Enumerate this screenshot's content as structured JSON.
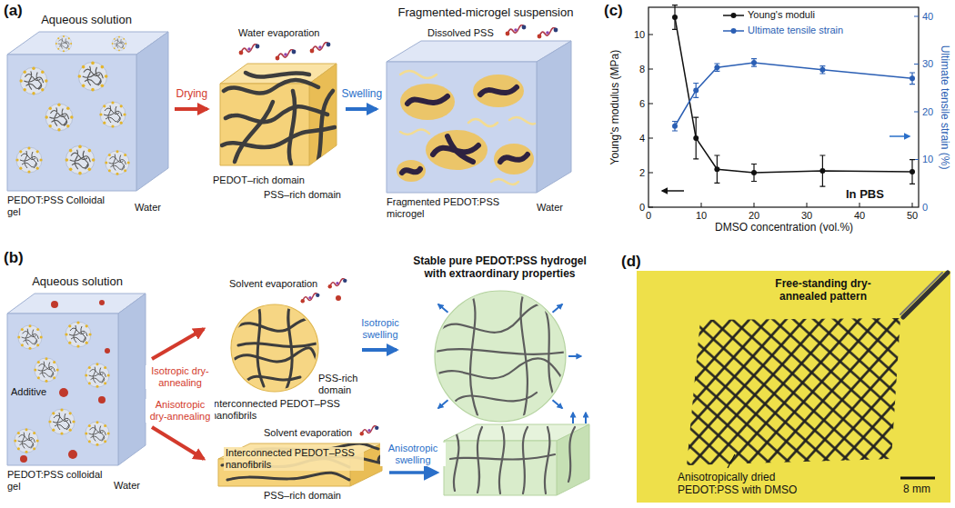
{
  "diagram": {
    "nodes": [
      {
        "text": [
          "Aqueous solution",
          "PEDOT:PSS Colloidal gel",
          "Water"
        ]
      },
      {
        "text": [
          "Water evaporation",
          "PEDOT–rich domain",
          "PSS–rich domain"
        ]
      },
      {
        "text": [
          "Fragmented-microgel suspension",
          "Dissolved PSS",
          "Fragmented PEDOT:PSS microgel",
          "Water"
        ]
      },
      {
        "text": [
          "Aqueous solution",
          "Additive",
          "PEDOT:PSS colloidal gel",
          "Water"
        ]
      },
      {
        "text": [
          "Solvent evaporation",
          "Interconnected PEDOT–PSS nanofibrils",
          "PSS-rich domain"
        ]
      },
      {
        "text": [
          "Solvent evaporation",
          "Interconnected PEDOT–PSS nanofibrils",
          "PSS–rich domain"
        ]
      },
      {
        "text": [
          "Stable pure PEDOT:PSS hydrogel with extraordinary properties"
        ]
      }
    ],
    "edges": [
      {
        "from": 0,
        "to": 1,
        "label": "Drying",
        "arrow": "to"
      },
      {
        "from": 1,
        "to": 2,
        "label": "Swelling",
        "arrow": "to"
      },
      {
        "from": 3,
        "to": 4,
        "label": "Isotropic dry-annealing",
        "arrow": "to"
      },
      {
        "from": 3,
        "to": 5,
        "label": "Anisotropic dry-annealing",
        "arrow": "to"
      },
      {
        "from": 4,
        "to": 6,
        "label": "Isotropic swelling",
        "arrow": "to"
      }
    ],
    "labels": [
      "(a)",
      "(b)",
      "Anisotropic swelling",
      "(c)",
      "Young's modulus (MPa)",
      "Ultimate tensile strain (%)",
      "DMSO concentration (vol.%)",
      "In PBS",
      "0",
      "2",
      "4",
      "6",
      "8",
      "10",
      "0",
      "10",
      "20",
      "30",
      "40",
      "0",
      "10",
      "20",
      "30",
      "40",
      "50",
      "(d)",
      "Free-standing dry-annealed pattern",
      "Anisotropically dried PEDOT:PSS with DMSO",
      "8 mm"
    ],
    "legend": [
      {
        "text": "Young's moduli"
      },
      {
        "text": "Ultimate tensile strain"
      }
    ]
  }
}
